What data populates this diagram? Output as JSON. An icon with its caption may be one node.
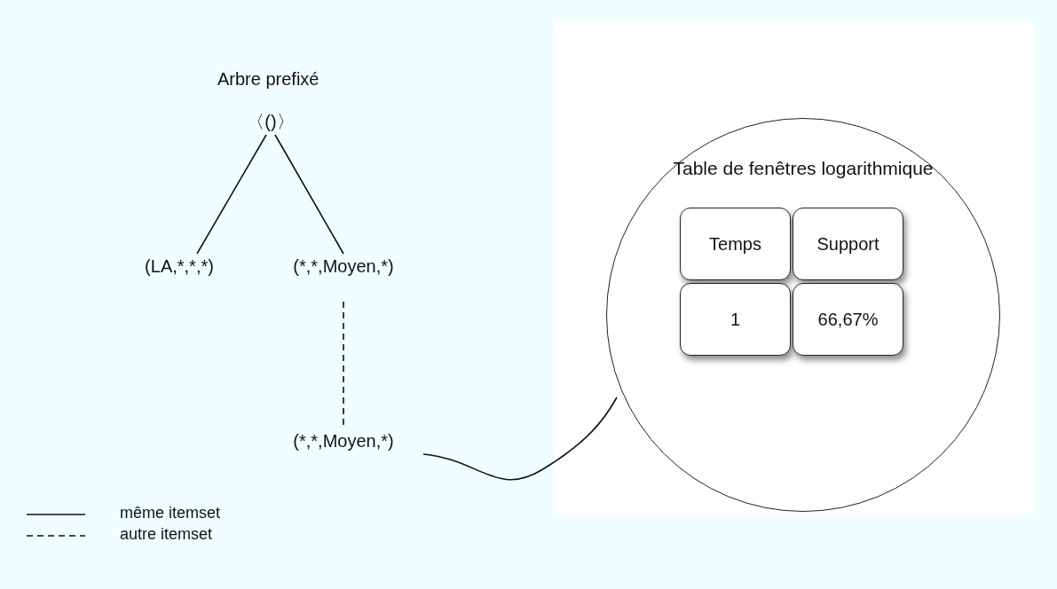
{
  "diagram": {
    "title": "Arbre prefixé",
    "nodes": [
      {
        "text": [
          "〈()〉"
        ]
      },
      {
        "text": [
          "(LA,*,*,*)"
        ]
      },
      {
        "text": [
          "(*,*,Moyen,*)"
        ]
      },
      {
        "text": [
          "(*,*,Moyen,*)"
        ]
      },
      {
        "text": [
          "Table de fenêtres logarithmique"
        ]
      },
      {
        "text": [
          "Temps"
        ],
        "in": 4
      },
      {
        "text": [
          "Support"
        ],
        "in": 4
      },
      {
        "text": [
          "1"
        ],
        "in": 4
      },
      {
        "text": [
          "66,67%"
        ],
        "in": 4
      }
    ],
    "edges": [
      {
        "from": 0,
        "to": 1,
        "arrow": "none"
      },
      {
        "from": 0,
        "to": 2,
        "arrow": "none"
      },
      {
        "from": 2,
        "to": 3,
        "arrow": "none",
        "style": "dashed"
      },
      {
        "from": 3,
        "to": 4,
        "arrow": "none"
      }
    ],
    "legend": [
      {
        "text": "même itemset"
      },
      {
        "text": "autre itemset"
      }
    ]
  }
}
